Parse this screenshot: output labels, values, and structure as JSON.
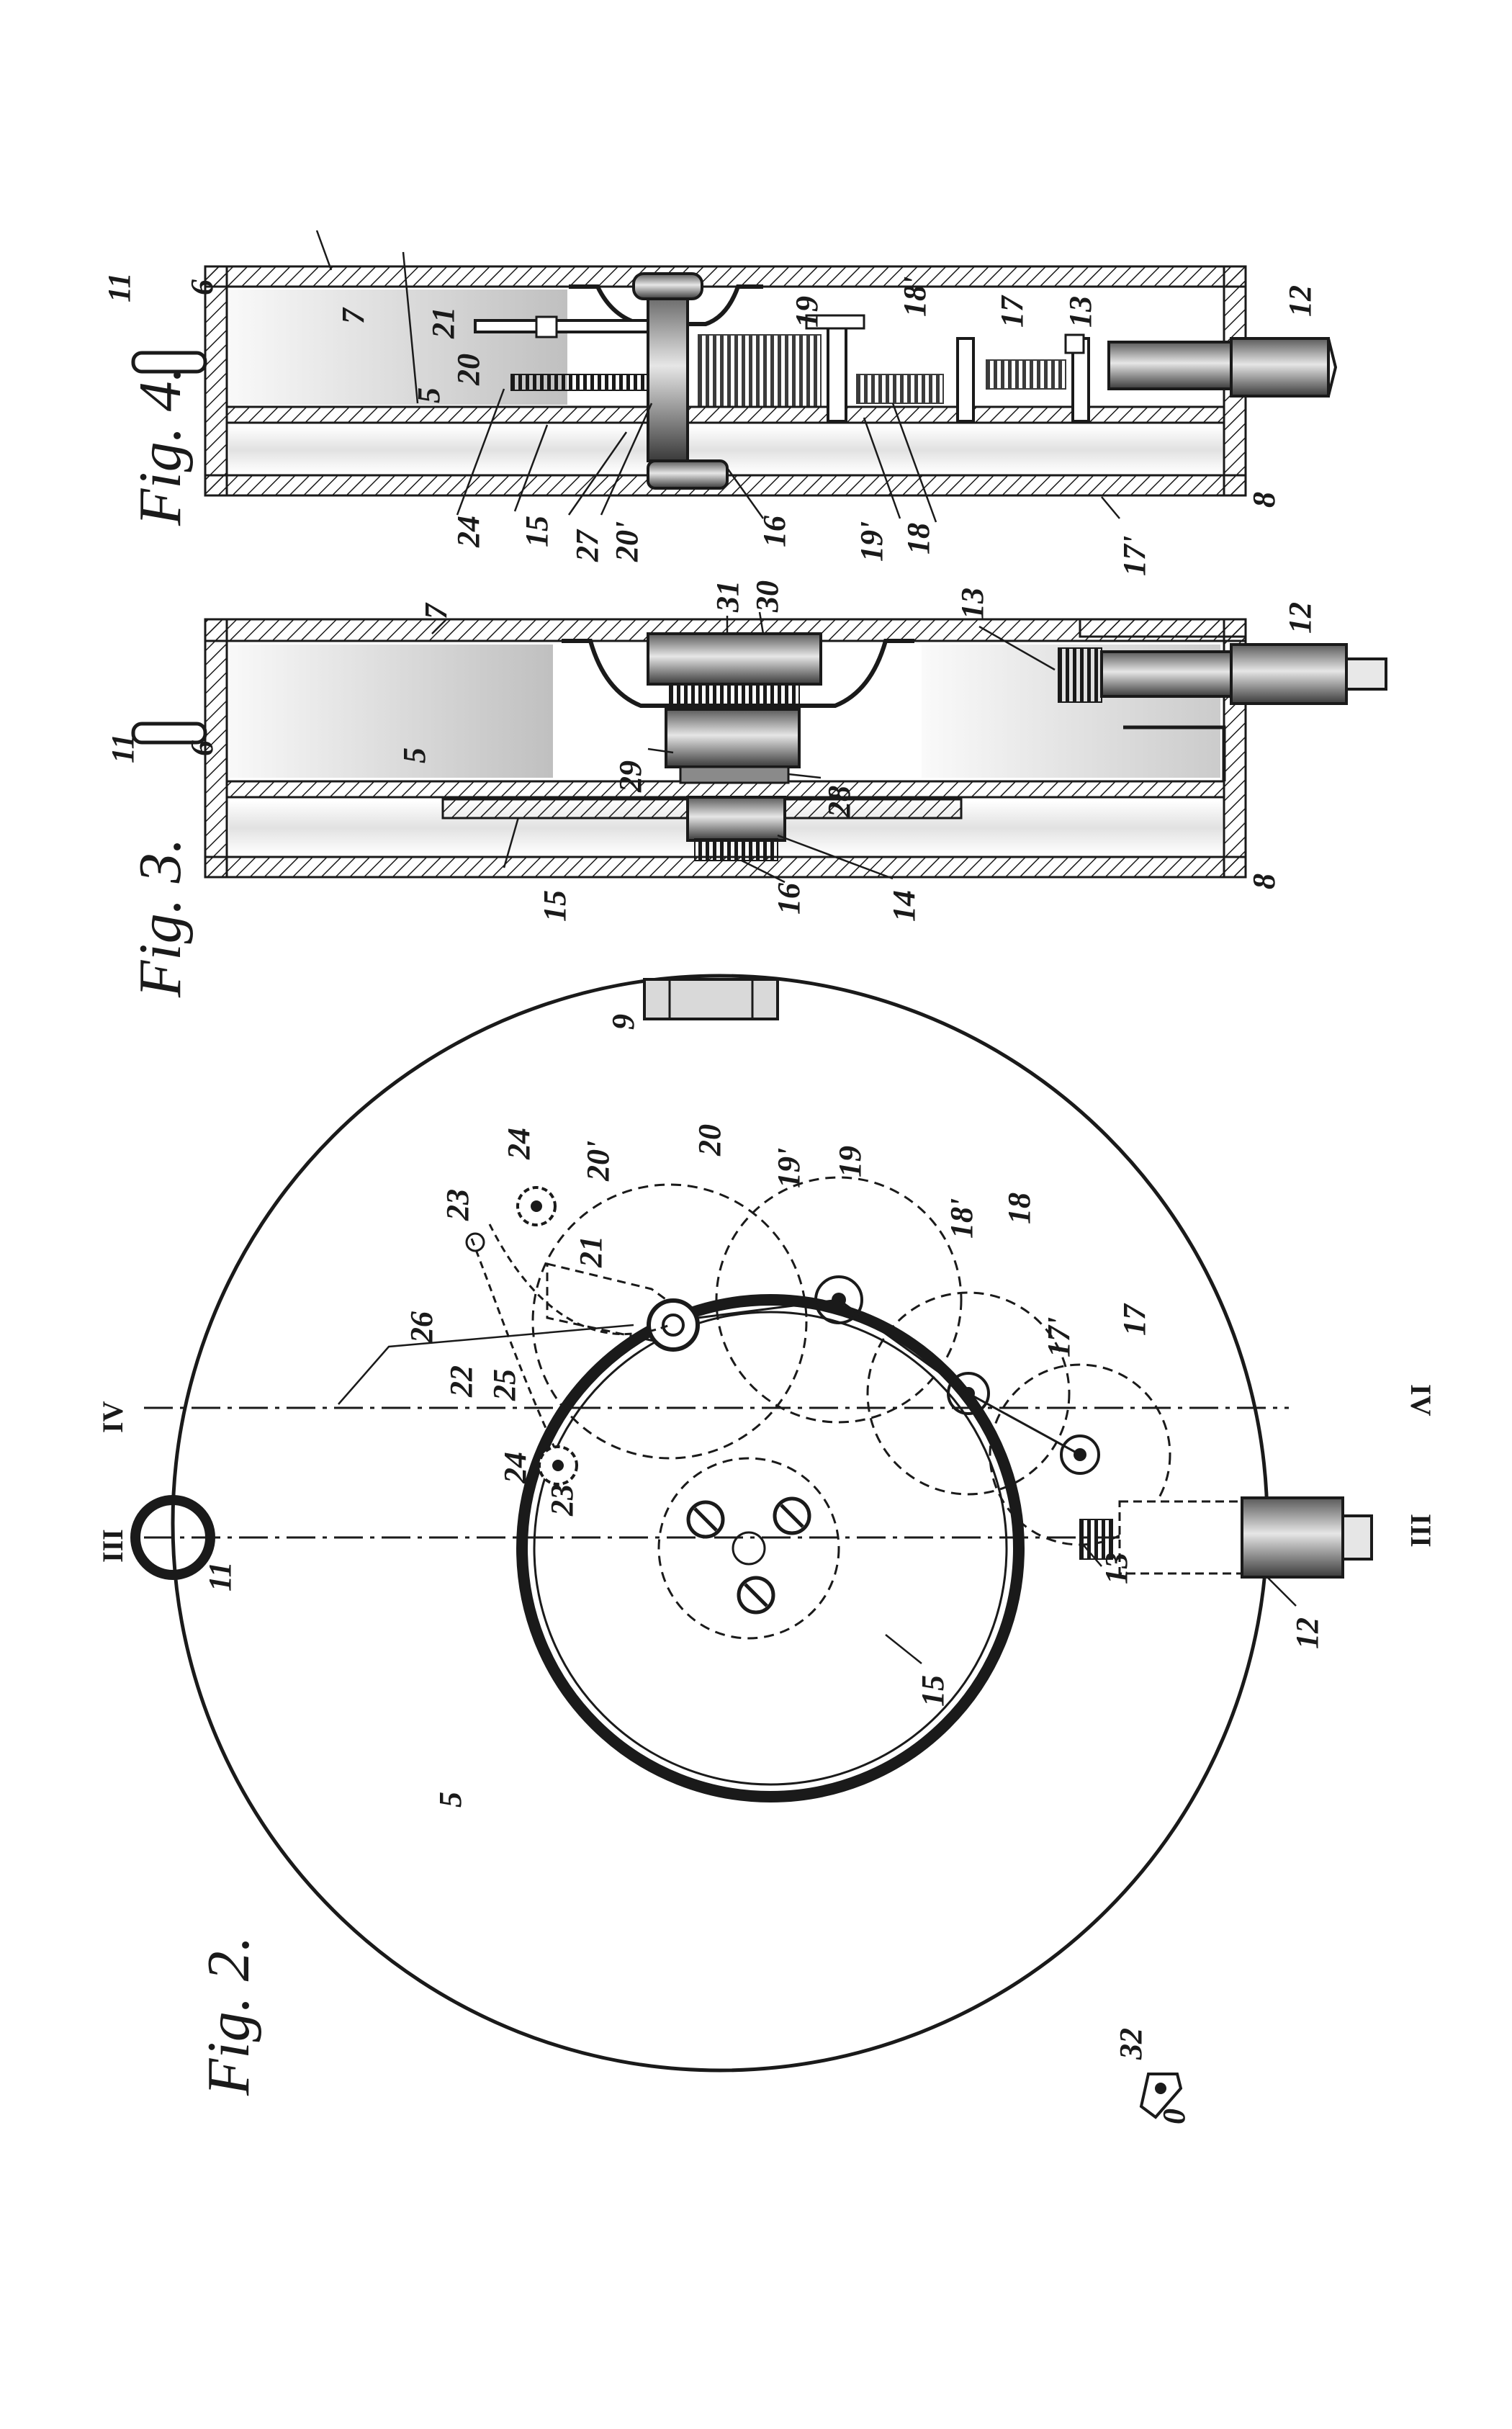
{
  "figure_titles": {
    "fig2": "Fig. 2.",
    "fig3": "Fig. 3.",
    "fig4": "Fig. 4."
  },
  "section_marks": {
    "iii": "III",
    "iv": "IV"
  },
  "fig2_labels": {
    "l5": "5",
    "l9": "9",
    "l11": "11",
    "l12": "12",
    "l13": "13",
    "l15": "15",
    "l17": "17",
    "l17p": "17'",
    "l18": "18",
    "l18p": "18'",
    "l19": "19",
    "l19p": "19'",
    "l20": "20",
    "l20p": "20'",
    "l21": "21",
    "l22": "22",
    "l23a": "23",
    "l23b": "23",
    "l24a": "24",
    "l24b": "24",
    "l25": "25",
    "l26": "26",
    "l32": "32",
    "l0": "0"
  },
  "fig3_labels": {
    "l5": "5",
    "l6": "6",
    "l7": "7",
    "l8": "8",
    "l11": "11",
    "l12": "12",
    "l13": "13",
    "l14": "14",
    "l15": "15",
    "l16": "16",
    "l28": "28",
    "l29": "29",
    "l30": "30",
    "l31": "31"
  },
  "fig4_labels": {
    "l5": "5",
    "l6": "6",
    "l7": "7",
    "l8": "8",
    "l11": "11",
    "l12": "12",
    "l13": "13",
    "l15": "15",
    "l16": "16",
    "l17": "17",
    "l17p": "17'",
    "l18": "18",
    "l18p": "18'",
    "l19": "19",
    "l19p": "19'",
    "l20": "20",
    "l20p": "20'",
    "l21": "21",
    "l24": "24",
    "l27": "27"
  }
}
